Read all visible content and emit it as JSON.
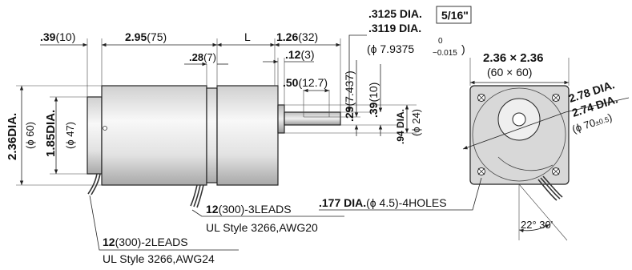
{
  "dimensions": {
    "d039": {
      "bold": ".39",
      "plain": "(10)"
    },
    "d295": {
      "bold": "2.95",
      "plain": "(75)"
    },
    "dL": "L",
    "d126": {
      "bold": "1.26",
      "plain": "(32)"
    },
    "d028": {
      "bold": ".28",
      "plain": "(7)"
    },
    "d012": {
      "bold": ".12",
      "plain": "(3)"
    },
    "d050": {
      "bold": ".50",
      "plain": "(12.7)"
    },
    "d029": {
      "bold": ".29",
      "plain": "(7.437)"
    },
    "d039v": {
      "bold": ".39",
      "plain": "(10)"
    },
    "d094": {
      "bold": ".94 DIA.",
      "plain": "(ϕ 24)"
    },
    "d236dia": {
      "bold": "2.36DIA.",
      "plain": "(ϕ 60)"
    },
    "d185dia": {
      "bold": "1.85DIA.",
      "plain": "(ϕ 47)"
    },
    "shaft_dia": {
      "line1": ".3125 DIA.",
      "line2": ".3119 DIA.",
      "box": "5/16\"",
      "metric_base": "(ϕ 7.9375",
      "tol_upper": "0",
      "tol_lower": "−0.015",
      "close": ")"
    },
    "square": {
      "bold": "2.36 × 2.36",
      "plain": "(60 × 60)"
    },
    "bolt_circle": {
      "line1": "2.78 DIA.",
      "line2": "2.74 DIA.",
      "metric": "(ϕ 70",
      "tol": "±0.5",
      "close": ")"
    },
    "holes": {
      "bold": ".177 DIA.",
      "plain": "(ϕ 4.5)-4HOLES"
    },
    "angle": "22° 30'"
  },
  "leads": {
    "three": {
      "bold": "12",
      "plain": "(300)-3LEADS",
      "style": "UL Style 3266,AWG20"
    },
    "two": {
      "bold": "12",
      "plain": "(300)-2LEADS",
      "style": "UL Style 3266,AWG24"
    }
  }
}
